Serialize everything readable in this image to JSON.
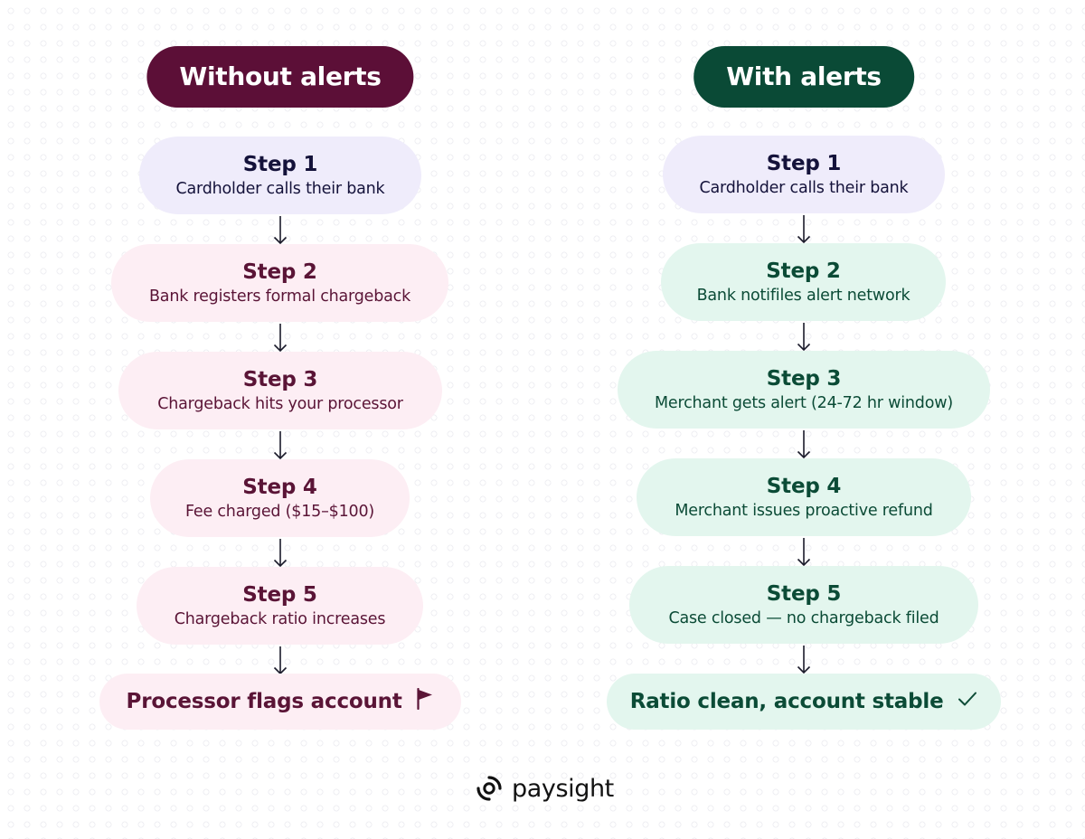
{
  "left": {
    "heading": "Without alerts",
    "steps": [
      {
        "title": "Step 1",
        "desc": "Cardholder calls their bank"
      },
      {
        "title": "Step 2",
        "desc": "Bank registers formal chargeback"
      },
      {
        "title": "Step 3",
        "desc": "Chargeback hits your processor"
      },
      {
        "title": "Step 4",
        "desc": "Fee charged ($15–$100)"
      },
      {
        "title": "Step 5",
        "desc": "Chargeback ratio increases"
      }
    ],
    "outcome": "Processor flags account",
    "outcome_icon": "flag-icon"
  },
  "right": {
    "heading": "With alerts",
    "steps": [
      {
        "title": "Step 1",
        "desc": "Cardholder calls their bank"
      },
      {
        "title": "Step 2",
        "desc": "Bank notifiles alert network"
      },
      {
        "title": "Step 3",
        "desc": "Merchant gets alert (24-72 hr window)"
      },
      {
        "title": "Step 4",
        "desc": "Merchant issues proactive refund"
      },
      {
        "title": "Step 5",
        "desc": "Case closed — no chargeback filed"
      }
    ],
    "outcome": "Ratio clean, account stable",
    "outcome_icon": "checkmark-icon"
  },
  "brand": {
    "name": "paysight",
    "logo_icon": "paysight-logo-icon"
  },
  "colors": {
    "left_heading": "#5c0f37",
    "right_heading": "#0a4a36",
    "first_step_bg": "#efecfb",
    "left_step_bg": "#fdeef4",
    "right_step_bg": "#e3f6ee"
  }
}
